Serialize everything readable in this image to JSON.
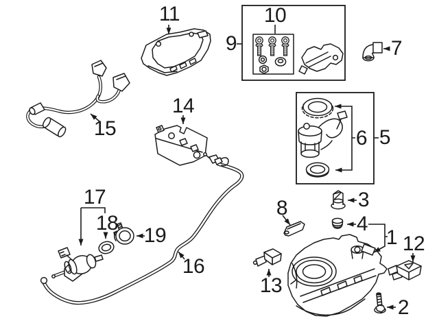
{
  "diagram": {
    "background_color": "#ffffff",
    "line_color": "#1a1a1a",
    "callouts": {
      "c1": {
        "label": "1",
        "part": "fuel-tank"
      },
      "c2": {
        "label": "2",
        "part": "tank-mount-bolt"
      },
      "c3": {
        "label": "3",
        "part": "vent-valve-grommet"
      },
      "c4": {
        "label": "4",
        "part": "grommet-cap"
      },
      "c5": {
        "label": "5",
        "part": "fuel-pump-kit-box"
      },
      "c6": {
        "label": "6",
        "part": "fuel-pump-module-lock-ring-and-seal"
      },
      "c7": {
        "label": "7",
        "part": "elbow-connector"
      },
      "c8": {
        "label": "8",
        "part": "retainer-clip"
      },
      "c9": {
        "label": "9",
        "part": "hardware-kit-box"
      },
      "c10": {
        "label": "10",
        "part": "bolt-and-grommet-set"
      },
      "c11": {
        "label": "11",
        "part": "protective-cover"
      },
      "c12": {
        "label": "12",
        "part": "control-module"
      },
      "c13": {
        "label": "13",
        "part": "sensor"
      },
      "c14": {
        "label": "14",
        "part": "mounting-bracket-plate"
      },
      "c15": {
        "label": "15",
        "part": "wiring-harness"
      },
      "c16": {
        "label": "16",
        "part": "fuel-line"
      },
      "c17": {
        "label": "17",
        "part": "purge-valve"
      },
      "c18": {
        "label": "18",
        "part": "o-ring-seal"
      },
      "c19": {
        "label": "19",
        "part": "valve-cap"
      }
    }
  }
}
